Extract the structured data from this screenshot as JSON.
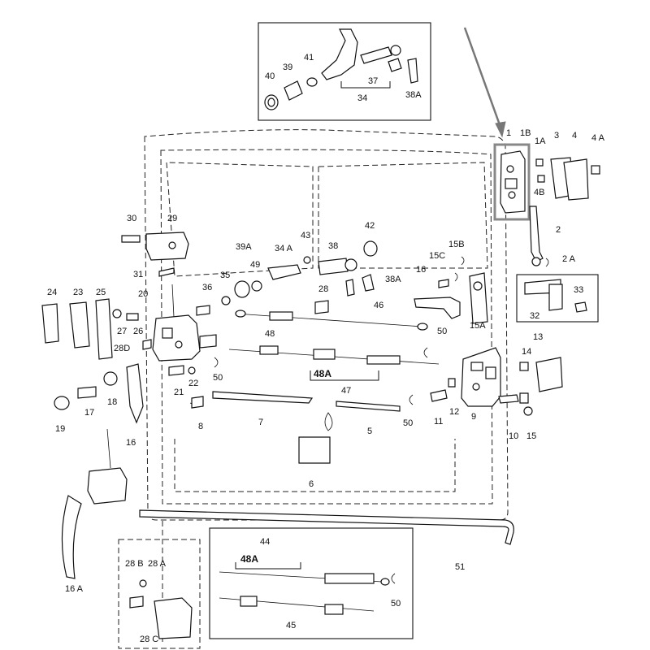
{
  "labels": [
    {
      "id": "p1",
      "text": "1"
    },
    {
      "id": "p1B",
      "text": "1B"
    },
    {
      "id": "p1A",
      "text": "1A"
    },
    {
      "id": "p3",
      "text": "3"
    },
    {
      "id": "p4",
      "text": "4"
    },
    {
      "id": "p4A",
      "text": "4 A"
    },
    {
      "id": "p4B",
      "text": "4B"
    },
    {
      "id": "p2",
      "text": "2"
    },
    {
      "id": "p2A",
      "text": "2 A"
    },
    {
      "id": "p33",
      "text": "33"
    },
    {
      "id": "p32",
      "text": "32"
    },
    {
      "id": "p13",
      "text": "13"
    },
    {
      "id": "p14",
      "text": "14"
    },
    {
      "id": "p9",
      "text": "9"
    },
    {
      "id": "p10",
      "text": "10"
    },
    {
      "id": "p15",
      "text": "15"
    },
    {
      "id": "p11",
      "text": "11"
    },
    {
      "id": "p12",
      "text": "12"
    },
    {
      "id": "p15A",
      "text": "15A"
    },
    {
      "id": "p15B",
      "text": "15B"
    },
    {
      "id": "p15C",
      "text": "15C"
    },
    {
      "id": "p16",
      "text": "16"
    },
    {
      "id": "p16b",
      "text": "16"
    },
    {
      "id": "p16A",
      "text": "16 A"
    },
    {
      "id": "p40",
      "text": "40"
    },
    {
      "id": "p39",
      "text": "39"
    },
    {
      "id": "p41",
      "text": "41"
    },
    {
      "id": "p37",
      "text": "37"
    },
    {
      "id": "p34",
      "text": "34"
    },
    {
      "id": "p38A",
      "text": "38A"
    },
    {
      "id": "p38Ab",
      "text": "38A"
    },
    {
      "id": "p30",
      "text": "30"
    },
    {
      "id": "p29",
      "text": "29"
    },
    {
      "id": "p31",
      "text": "31"
    },
    {
      "id": "p39A",
      "text": "39A"
    },
    {
      "id": "p34A",
      "text": "34 A"
    },
    {
      "id": "p43",
      "text": "43"
    },
    {
      "id": "p42",
      "text": "42"
    },
    {
      "id": "p38",
      "text": "38"
    },
    {
      "id": "p35",
      "text": "35"
    },
    {
      "id": "p49",
      "text": "49"
    },
    {
      "id": "p36",
      "text": "36"
    },
    {
      "id": "p28",
      "text": "28"
    },
    {
      "id": "p46",
      "text": "46"
    },
    {
      "id": "p50a",
      "text": "50"
    },
    {
      "id": "p50b",
      "text": "50"
    },
    {
      "id": "p50c",
      "text": "50"
    },
    {
      "id": "p50d",
      "text": "50"
    },
    {
      "id": "p48",
      "text": "48"
    },
    {
      "id": "p48A",
      "text": "48A"
    },
    {
      "id": "p48Ab",
      "text": "48A"
    },
    {
      "id": "p47",
      "text": "47"
    },
    {
      "id": "p24",
      "text": "24"
    },
    {
      "id": "p23",
      "text": "23"
    },
    {
      "id": "p25",
      "text": "25"
    },
    {
      "id": "p20",
      "text": "20"
    },
    {
      "id": "p27",
      "text": "27"
    },
    {
      "id": "p26",
      "text": "26"
    },
    {
      "id": "p28D",
      "text": "28D"
    },
    {
      "id": "p21",
      "text": "21"
    },
    {
      "id": "p22",
      "text": "22"
    },
    {
      "id": "p19",
      "text": "19"
    },
    {
      "id": "p17",
      "text": "17"
    },
    {
      "id": "p18",
      "text": "18"
    },
    {
      "id": "p8",
      "text": "8"
    },
    {
      "id": "p7",
      "text": "7"
    },
    {
      "id": "p5",
      "text": "5"
    },
    {
      "id": "p6",
      "text": "6"
    },
    {
      "id": "p51",
      "text": "51"
    },
    {
      "id": "p44",
      "text": "44"
    },
    {
      "id": "p45",
      "text": "45"
    },
    {
      "id": "p28B",
      "text": "28 B"
    },
    {
      "id": "p28A",
      "text": "28 A"
    },
    {
      "id": "p28C",
      "text": "28 C"
    }
  ]
}
